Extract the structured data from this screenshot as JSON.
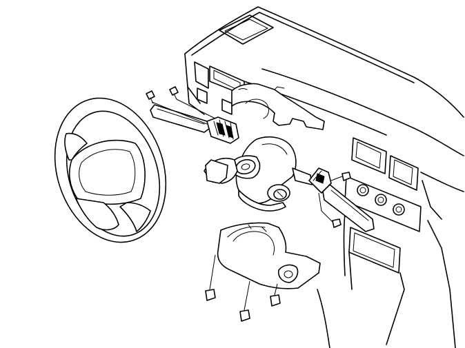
{
  "diagram": {
    "type": "exploded-view line drawing",
    "line_color": "#000000",
    "background": "#ffffff",
    "parts": [
      "dashboard",
      "steering-wheel",
      "upper-column-shroud",
      "left-stalk-switch",
      "right-stalk-switch",
      "steering-column",
      "ignition-lock",
      "lower-column-shroud",
      "screws"
    ]
  }
}
